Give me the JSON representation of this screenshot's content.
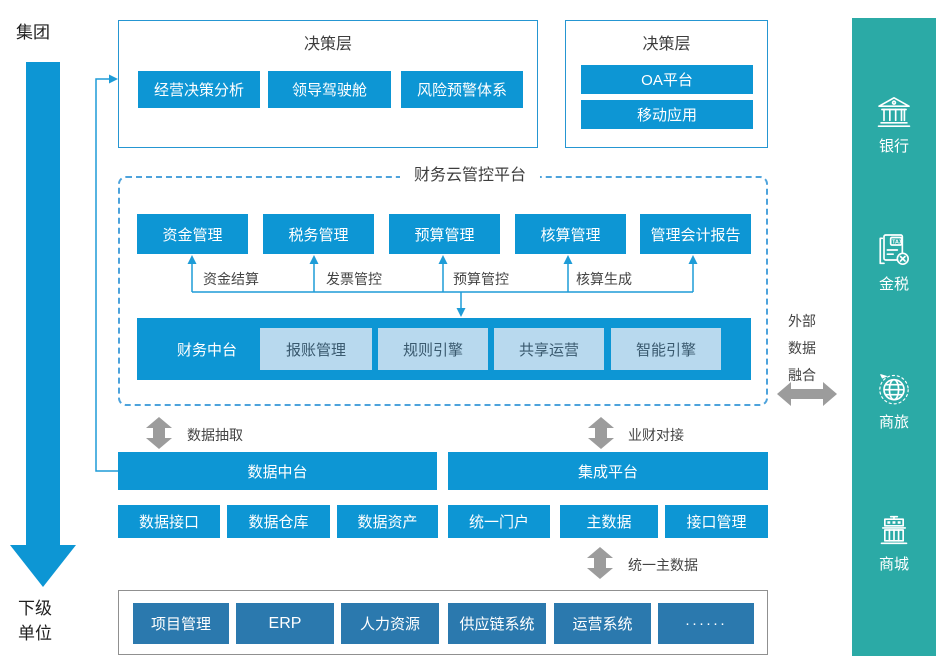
{
  "diagram": {
    "left": {
      "top_label": "集团",
      "bottom_label": [
        "下级",
        "单位"
      ]
    },
    "decision_left": {
      "title": "决策层",
      "items": [
        "经营决策分析",
        "领导驾驶舱",
        "风险预警体系"
      ]
    },
    "decision_right": {
      "title": "决策层",
      "items": [
        "OA平台",
        "移动应用"
      ]
    },
    "cloud": {
      "title": "财务云管控平台",
      "modules": [
        "资金管理",
        "税务管理",
        "预算管理",
        "核算管理",
        "管理会计报告"
      ],
      "flows": [
        "资金结算",
        "发票管控",
        "预算管控",
        "核算生成"
      ],
      "mid_bar_label": "财务中台",
      "mid_bar_items": [
        "报账管理",
        "规则引擎",
        "共享运营",
        "智能引擎"
      ]
    },
    "external": {
      "label_lines": [
        "外部",
        "数据",
        "融合"
      ]
    },
    "links": {
      "extract": "数据抽取",
      "bizfin": "业财对接",
      "master": "统一主数据"
    },
    "data_bar": {
      "label": "数据中台",
      "items": [
        "数据接口",
        "数据仓库",
        "数据资产"
      ]
    },
    "integration_bar": {
      "label": "集成平台",
      "items": [
        "统一门户",
        "主数据",
        "接口管理"
      ]
    },
    "sources": [
      "项目管理",
      "ERP",
      "人力资源",
      "供应链系统",
      "运营系统",
      "······"
    ],
    "sidebar": [
      {
        "icon": "bank-icon",
        "label": "银行"
      },
      {
        "icon": "tax-icon",
        "label": "金税"
      },
      {
        "icon": "travel-globe-icon",
        "label": "商旅"
      },
      {
        "icon": "mall-icon",
        "label": "商城"
      }
    ],
    "colors": {
      "primary_blue": "#0d96d4",
      "light_blue": "#b8d9ee",
      "steel_blue": "#2b79ae",
      "teal": "#2baaa6",
      "connector_gray": "#9c9c9c",
      "dashed_border": "#4da3dc",
      "line_blue": "#1e9cd7"
    }
  }
}
